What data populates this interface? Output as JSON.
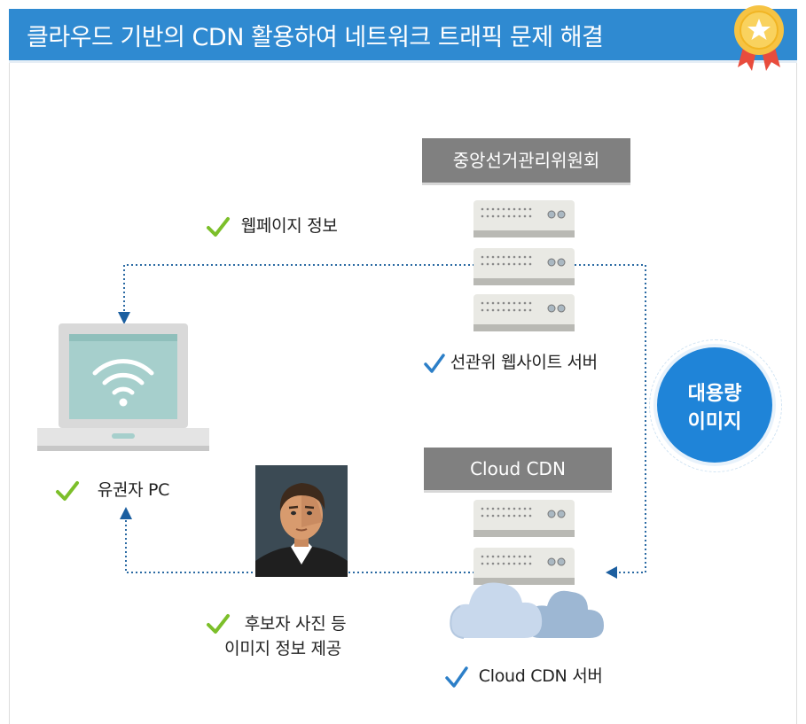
{
  "header": {
    "title": "클라우드 기반의 CDN 활용하여 네트워크 트래픽 문제 해결"
  },
  "colors": {
    "header_blue": "#2f8ad1",
    "label_gray": "#808080",
    "check_green": "#7cbf2a",
    "check_blue": "#2c7fc8",
    "badge_blue": "#1f84d8",
    "arrow_blue": "#1c5fa0"
  },
  "icons": {
    "medal": "star-medal-icon",
    "server": "server-rack-icon",
    "laptop": "wifi-laptop-icon",
    "person": "candidate-portrait-icon",
    "cloud": "cloud-icon",
    "check": "checkmark-icon"
  },
  "nec": {
    "label": "중앙선거관리위원회",
    "server_caption": "선관위 웹사이트 서버"
  },
  "cdn": {
    "label": "Cloud CDN",
    "server_caption": "Cloud CDN 서버"
  },
  "flows": {
    "webpage": "웹페이지 정보",
    "images_line1": "후보자 사진 등",
    "images_line2": "이미지 정보 제공"
  },
  "user": {
    "caption": "유권자 PC"
  },
  "badge": {
    "line1": "대용량",
    "line2": "이미지"
  }
}
